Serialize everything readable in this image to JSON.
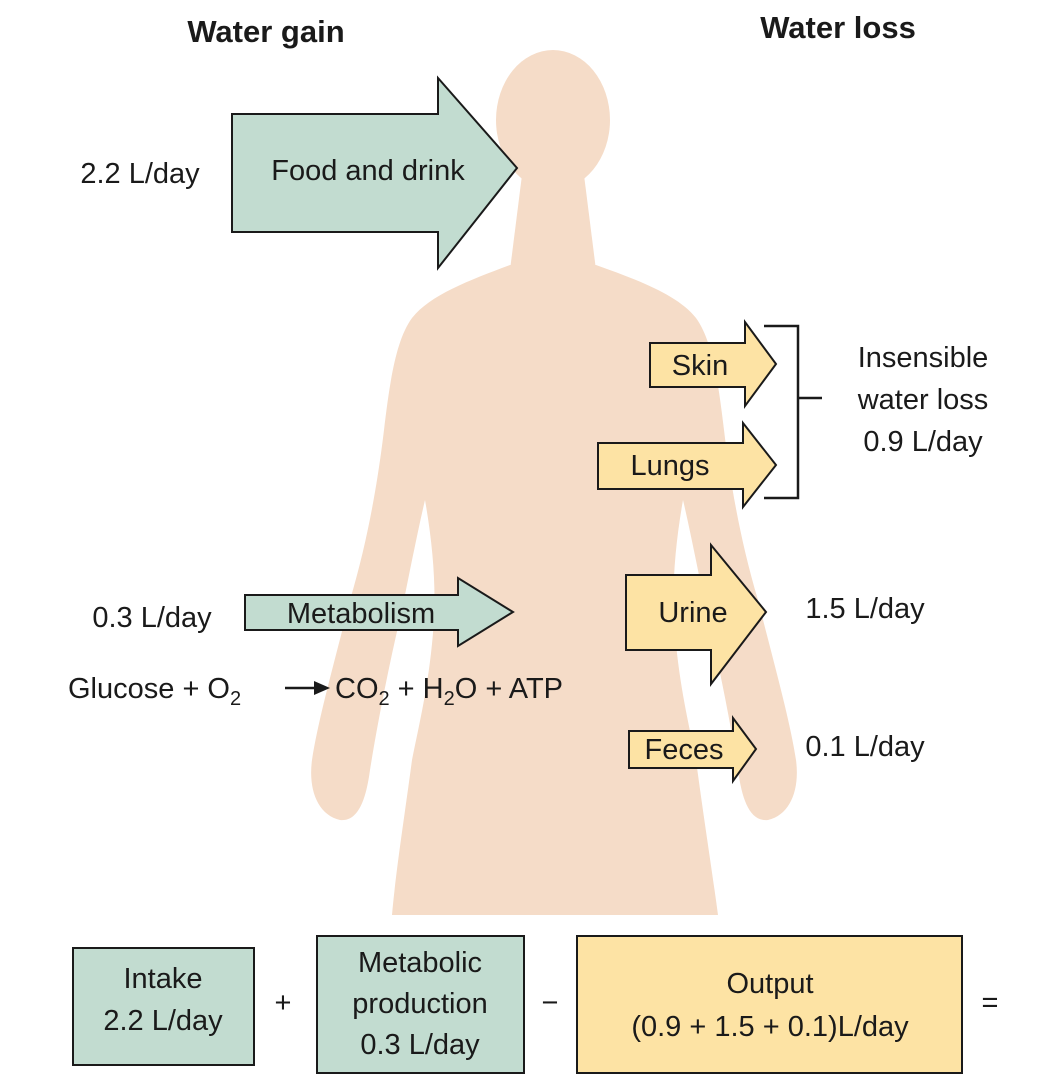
{
  "headers": {
    "gain": "Water gain",
    "loss": "Water loss"
  },
  "gain": {
    "food": {
      "amount": "2.2 L/day",
      "label": "Food and drink"
    },
    "metabolism": {
      "amount": "0.3 L/day",
      "label": "Metabolism",
      "equation": {
        "glucose": "Glucose + O",
        "o2_sub": "2",
        "co2": "CO",
        "co2_sub": "2",
        "h2o_prefix": " + H",
        "h2o_sub": "2",
        "h2o_suffix": "O + ATP"
      }
    }
  },
  "loss": {
    "skin": "Skin",
    "lungs": "Lungs",
    "insensible": {
      "line1": "Insensible",
      "line2": "water loss",
      "line3": "0.9 L/day"
    },
    "urine": {
      "label": "Urine",
      "amount": "1.5 L/day"
    },
    "feces": {
      "label": "Feces",
      "amount": "0.1 L/day"
    }
  },
  "balance": {
    "intake": {
      "line1": "Intake",
      "line2": "2.2 L/day"
    },
    "plus": "+",
    "metabolic": {
      "line1": "Metabolic",
      "line2": "production",
      "line3": "0.3 L/day"
    },
    "minus": "−",
    "output": {
      "line1": "Output",
      "line2": "(0.9 + 1.5 + 0.1)L/day"
    },
    "equals": "="
  },
  "colors": {
    "body": "#f5dcc8",
    "gain_arrow": "#c2dcd0",
    "loss_arrow": "#fde3a4",
    "outline": "#1a1a1a"
  }
}
